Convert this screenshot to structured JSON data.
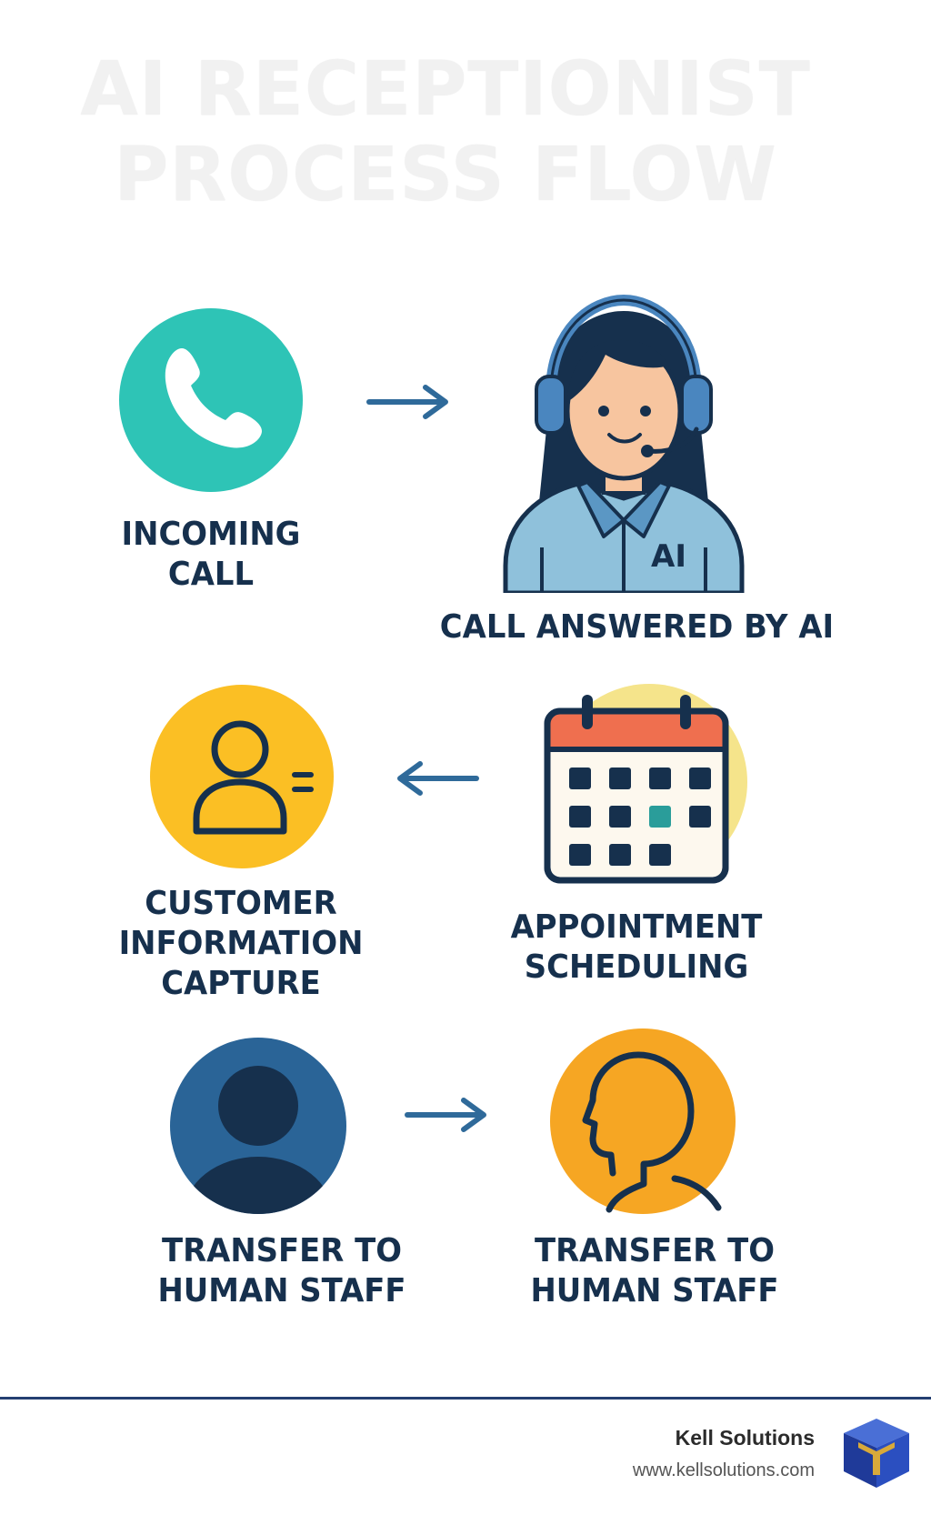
{
  "title_lines": [
    "AI RECEPTIONIST",
    "PROCESS FLOW"
  ],
  "steps": [
    {
      "label_lines": [
        "INCOMING",
        "CALL"
      ],
      "icon": "phone-icon",
      "color": "#2ec4b6"
    },
    {
      "label_lines": [
        "CALL ANSWERED BY AI"
      ],
      "icon": "ai-receptionist-headset-icon",
      "badge": "AI",
      "color": "#8fc1db"
    },
    {
      "label_lines": [
        "APPOINTMENT",
        "SCHEDULING"
      ],
      "icon": "calendar-icon",
      "color": "#f5e48b"
    },
    {
      "label_lines": [
        "CUSTOMER",
        "INFORMATION",
        "CAPTURE"
      ],
      "icon": "user-info-icon",
      "color": "#fbbf24"
    },
    {
      "label_lines": [
        "TRANSFER TO",
        "HUMAN STAFF"
      ],
      "icon": "person-silhouette-icon",
      "color": "#2a6497"
    },
    {
      "label_lines": [
        "TRANSFER TO",
        "HUMAN STAFF"
      ],
      "icon": "head-profile-icon",
      "color": "#f6a623"
    }
  ],
  "arrows": [
    "right",
    "left",
    "right"
  ],
  "footer": {
    "brand_name": "Kell Solutions",
    "brand_url": "www.kellsolutions.com",
    "logo_icon": "cube-logo-icon"
  },
  "colors": {
    "navy": "#16304d",
    "arrow": "#2f6a9a",
    "footer_line": "#243f72"
  }
}
